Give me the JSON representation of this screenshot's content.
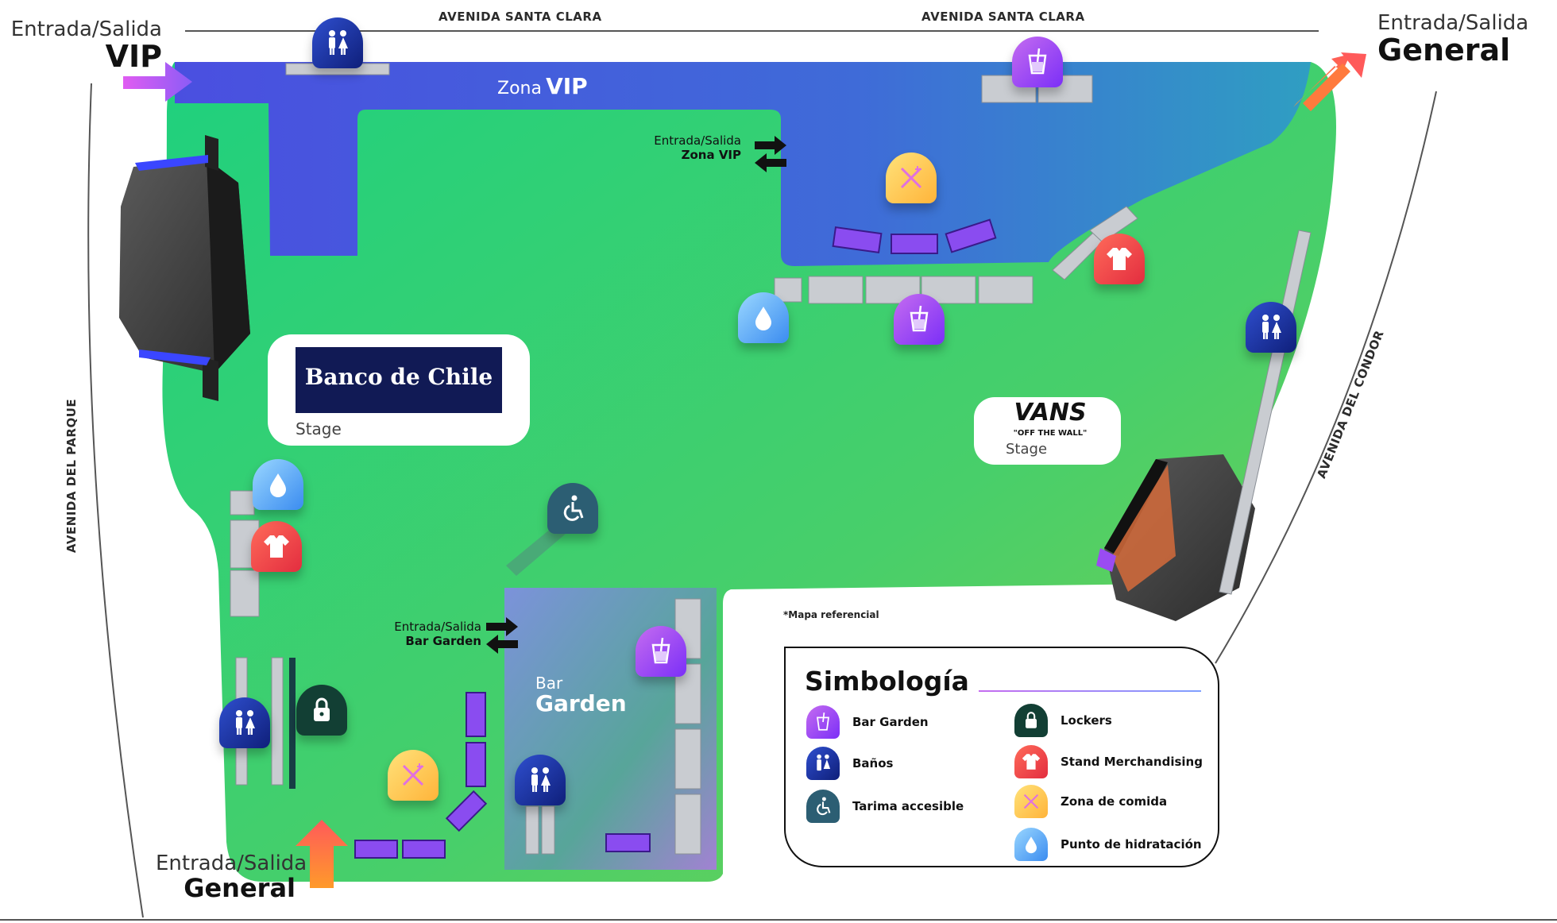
{
  "streets": {
    "top_left": "AVENIDA SANTA CLARA",
    "top_right": "AVENIDA SANTA CLARA",
    "left": "AVENIDA DEL PARQUE",
    "right": "AVENIDA DEL CONDOR"
  },
  "entrances": {
    "vip": {
      "line1": "Entrada/Salida",
      "line2": "VIP"
    },
    "general_top": {
      "line1": "Entrada/Salida",
      "line2": "General"
    },
    "general_bottom": {
      "line1": "Entrada/Salida",
      "line2": "General"
    }
  },
  "zones": {
    "vip_prefix": "Zona",
    "vip_name": "VIP",
    "bar_prefix": "Bar",
    "bar_name": "Garden"
  },
  "internal_gates": {
    "zona_vip": {
      "line1": "Entrada/Salida",
      "line2": "Zona VIP"
    },
    "bar_garden": {
      "line1": "Entrada/Salida",
      "line2": "Bar Garden"
    }
  },
  "stages": {
    "banco": {
      "logo": "Banco de Chile",
      "label": "Stage"
    },
    "vans": {
      "logo": "VANS",
      "tagline": "\"OFF THE WALL\"",
      "label": "Stage"
    }
  },
  "note": "*Mapa referencial",
  "legend": {
    "title": "Simbología",
    "items": [
      {
        "icon": "bar-icon",
        "label": "Bar Garden"
      },
      {
        "icon": "restroom-icon",
        "label": "Baños"
      },
      {
        "icon": "accessible-icon",
        "label": "Tarima accesible"
      },
      {
        "icon": "lock-icon",
        "label": "Lockers"
      },
      {
        "icon": "shirt-icon",
        "label": "Stand Merchandising"
      },
      {
        "icon": "food-icon",
        "label": "Zona de comida"
      },
      {
        "icon": "water-drop-icon",
        "label": "Punto de hidratación"
      }
    ]
  },
  "colors": {
    "vip_zone": "#3b5bdb",
    "field_green": "#3ed07a",
    "bar_garden": "#7b7fcf",
    "bar_pin": "#9a4cf2",
    "restroom_pin": "#1c2f9e",
    "accessible_pin": "#2c5e73",
    "lock_pin": "#123f34",
    "merch_pin": "#f0384a",
    "food_pin": "#ffcc4d",
    "water_pin": "#5aaaf5",
    "entrance_arrow": "#ff7a3d",
    "vip_arrow": "#b06cf5"
  }
}
